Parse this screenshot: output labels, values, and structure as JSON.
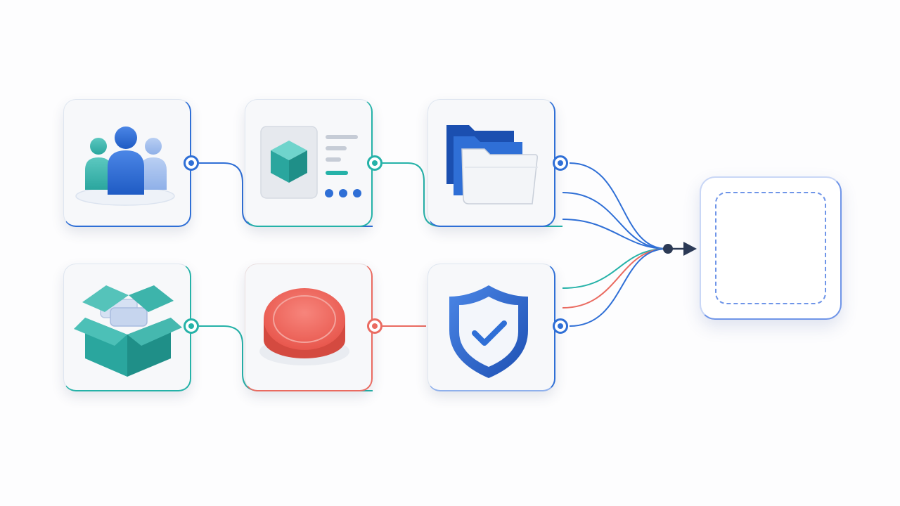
{
  "diagram": {
    "colors": {
      "blue": "#2f6fd6",
      "teal": "#25b2a8",
      "red": "#ea6b61",
      "dark": "#2c3a55",
      "dashed_outline": "#6f95e8"
    },
    "nodes": [
      {
        "id": "team",
        "icon": "users-group-icon",
        "accent": "blue"
      },
      {
        "id": "product-card",
        "icon": "product-card-cube-icon",
        "accent": "teal"
      },
      {
        "id": "folders",
        "icon": "folders-icon",
        "accent": "blue"
      },
      {
        "id": "package",
        "icon": "open-box-icon",
        "accent": "teal"
      },
      {
        "id": "coin",
        "icon": "coin-icon",
        "accent": "red"
      },
      {
        "id": "security",
        "icon": "shield-check-icon",
        "accent": "blue"
      },
      {
        "id": "output",
        "icon": "empty-dashed-placeholder",
        "accent": "blue"
      }
    ],
    "edges": [
      {
        "from": "team",
        "to": "product-card",
        "color": "blue"
      },
      {
        "from": "product-card",
        "to": "folders",
        "color": "teal"
      },
      {
        "from": "package",
        "to": "coin",
        "color": "teal"
      },
      {
        "from": "coin",
        "to": "security",
        "color": "red"
      },
      {
        "from": "folders",
        "to": "output",
        "color": "blue"
      },
      {
        "from": "security",
        "to": "output",
        "color": "blue"
      }
    ],
    "merge_icon": "arrow-right-icon"
  }
}
